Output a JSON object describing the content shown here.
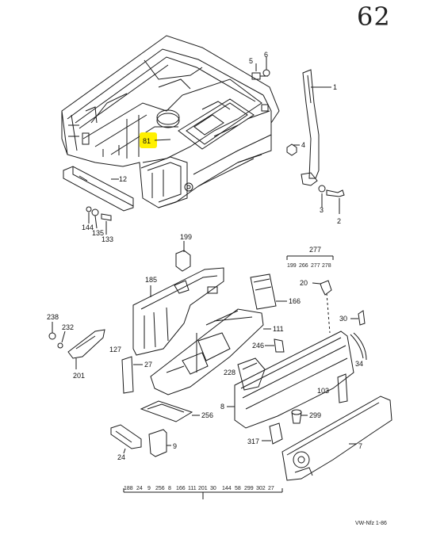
{
  "page": {
    "number": "62",
    "ref": "VW-Nfz 1-86"
  },
  "colors": {
    "line": "#1a1a1a",
    "highlight": "#fff000"
  },
  "labels": {
    "top": {
      "p5": "5",
      "p6": "6",
      "p1": "1",
      "p4": "4",
      "p3": "3",
      "p2": "2",
      "p12": "12",
      "p144": "144",
      "p135": "135",
      "p133": "133",
      "p81": "81"
    },
    "bottom": {
      "p199": "199",
      "p277group": "277",
      "p199b": "199",
      "p266": "266",
      "p277b": "277",
      "p278": "278",
      "p185": "185",
      "p20": "20",
      "p166": "166",
      "p30": "30",
      "p238": "238",
      "p111": "111",
      "p232": "232",
      "p127": "127",
      "p246": "246",
      "p34": "34",
      "p27": "27",
      "p228": "228",
      "p201": "201",
      "p8": "8",
      "p103": "103",
      "p256": "256",
      "p299": "299",
      "p24": "24",
      "p9": "9",
      "p317": "317",
      "p7": "7"
    },
    "footer": {
      "f188": "188",
      "f24": "24",
      "f9": "9",
      "f256": "256",
      "f8": "8",
      "f166": "166",
      "f111": "111",
      "f201": "201",
      "f30": "30",
      "f144": "144",
      "f58": "58",
      "f299": "299",
      "f302": "302",
      "f27": "27"
    }
  }
}
